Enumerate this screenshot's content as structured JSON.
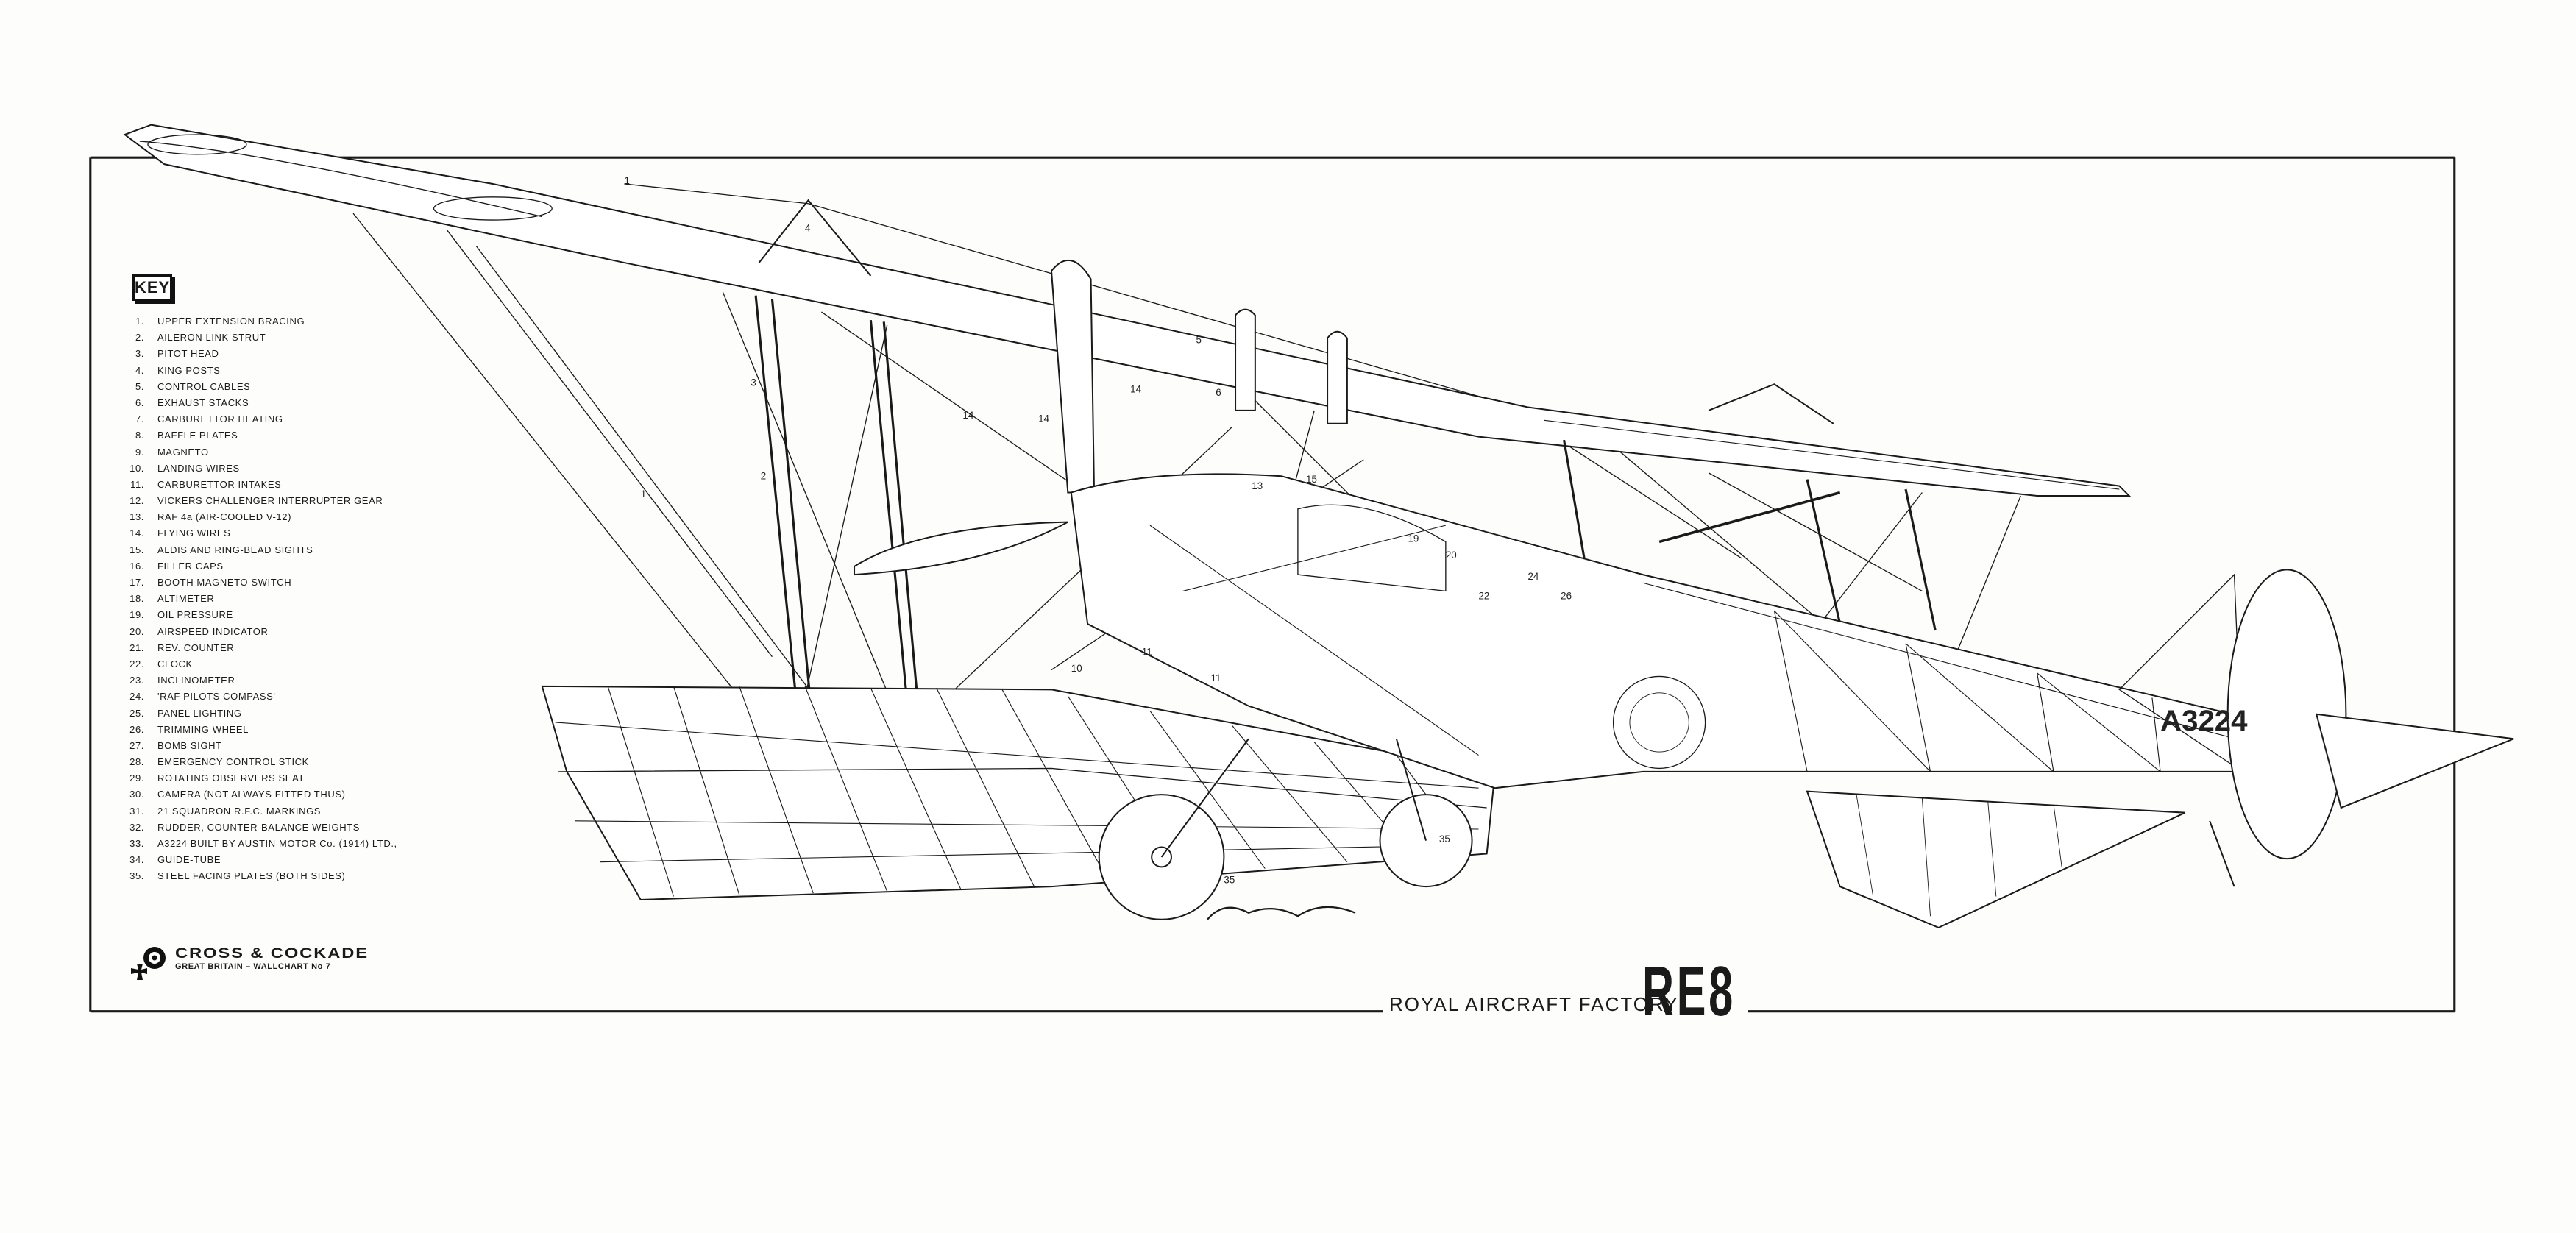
{
  "key": {
    "heading": "KEY",
    "items": [
      {
        "num": "1.",
        "label": "UPPER EXTENSION BRACING"
      },
      {
        "num": "2.",
        "label": "AILERON LINK STRUT"
      },
      {
        "num": "3.",
        "label": "PITOT HEAD"
      },
      {
        "num": "4.",
        "label": "KING POSTS"
      },
      {
        "num": "5.",
        "label": "CONTROL CABLES"
      },
      {
        "num": "6.",
        "label": "EXHAUST STACKS"
      },
      {
        "num": "7.",
        "label": "CARBURETTOR HEATING"
      },
      {
        "num": "8.",
        "label": "BAFFLE PLATES"
      },
      {
        "num": "9.",
        "label": "MAGNETO"
      },
      {
        "num": "10.",
        "label": "LANDING WIRES"
      },
      {
        "num": "11.",
        "label": "CARBURETTOR INTAKES"
      },
      {
        "num": "12.",
        "label": "VICKERS CHALLENGER INTERRUPTER GEAR"
      },
      {
        "num": "13.",
        "label": "RAF 4a (AIR-COOLED V-12)"
      },
      {
        "num": "14.",
        "label": "FLYING WIRES"
      },
      {
        "num": "15.",
        "label": "ALDIS AND RING-BEAD SIGHTS"
      },
      {
        "num": "16.",
        "label": "FILLER CAPS"
      },
      {
        "num": "17.",
        "label": "BOOTH MAGNETO SWITCH"
      },
      {
        "num": "18.",
        "label": "ALTIMETER"
      },
      {
        "num": "19.",
        "label": "OIL PRESSURE"
      },
      {
        "num": "20.",
        "label": "AIRSPEED INDICATOR"
      },
      {
        "num": "21.",
        "label": "REV. COUNTER"
      },
      {
        "num": "22.",
        "label": "CLOCK"
      },
      {
        "num": "23.",
        "label": "INCLINOMETER"
      },
      {
        "num": "24.",
        "label": "'RAF PILOTS COMPASS'"
      },
      {
        "num": "25.",
        "label": "PANEL LIGHTING"
      },
      {
        "num": "26.",
        "label": "TRIMMING WHEEL"
      },
      {
        "num": "27.",
        "label": "BOMB SIGHT"
      },
      {
        "num": "28.",
        "label": "EMERGENCY CONTROL STICK"
      },
      {
        "num": "29.",
        "label": "ROTATING OBSERVERS SEAT"
      },
      {
        "num": "30.",
        "label": "CAMERA (NOT ALWAYS FITTED THUS)"
      },
      {
        "num": "31.",
        "label": "21 SQUADRON R.F.C. MARKINGS"
      },
      {
        "num": "32.",
        "label": "RUDDER, COUNTER-BALANCE WEIGHTS"
      },
      {
        "num": "33.",
        "label": "A3224 BUILT BY AUSTIN MOTOR Co. (1914) LTD.,"
      },
      {
        "num": "34.",
        "label": "GUIDE-TUBE"
      },
      {
        "num": "35.",
        "label": "STEEL FACING PLATES (BOTH SIDES)"
      }
    ]
  },
  "publisher": {
    "name": "CROSS & COCKADE",
    "subtitle": "GREAT BRITAIN – WALLCHART  No 7",
    "logo_icon": "iron-cross-and-roundel-logo"
  },
  "title": {
    "maker": "ROYAL AIRCRAFT FACTORY",
    "model": "RE8"
  },
  "callouts": [
    "1",
    "1",
    "2",
    "3",
    "4",
    "5",
    "6",
    "14",
    "14",
    "14",
    "10",
    "11",
    "11",
    "13",
    "15",
    "19",
    "20",
    "22",
    "24",
    "26",
    "35",
    "35"
  ],
  "fuselage_marking": "A3224",
  "colors": {
    "ink": "#1a1a1a",
    "paper": "#fdfdfb"
  }
}
